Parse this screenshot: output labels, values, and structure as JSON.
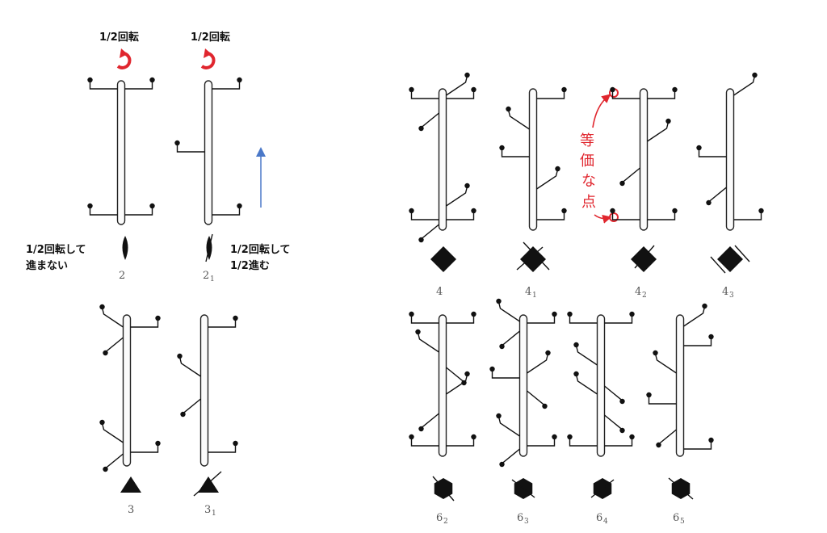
{
  "annotations": {
    "half_turn_left": "1/2回転",
    "half_turn_right": "1/2回転",
    "no_advance_line1": "1/2回転して",
    "no_advance_line2": "進まない",
    "advance_line1": "1/2回転して",
    "advance_line2": "1/2進む",
    "equivalent_points": [
      "等",
      "価",
      "な",
      "点"
    ]
  },
  "figures": [
    {
      "base": "2",
      "sub": ""
    },
    {
      "base": "2",
      "sub": "1"
    },
    {
      "base": "3",
      "sub": ""
    },
    {
      "base": "3",
      "sub": "1"
    },
    {
      "base": "4",
      "sub": ""
    },
    {
      "base": "4",
      "sub": "1"
    },
    {
      "base": "4",
      "sub": "2"
    },
    {
      "base": "4",
      "sub": "3"
    },
    {
      "base": "6",
      "sub": "2"
    },
    {
      "base": "6",
      "sub": "3"
    },
    {
      "base": "6",
      "sub": "4"
    },
    {
      "base": "6",
      "sub": "5"
    }
  ],
  "colors": {
    "annotation_red": "#e0262e",
    "arrow_blue": "#4a78c8",
    "ink": "#111111"
  },
  "icons": [
    "rotation-arrow-icon",
    "up-arrow-icon",
    "curved-arrow-icon"
  ]
}
